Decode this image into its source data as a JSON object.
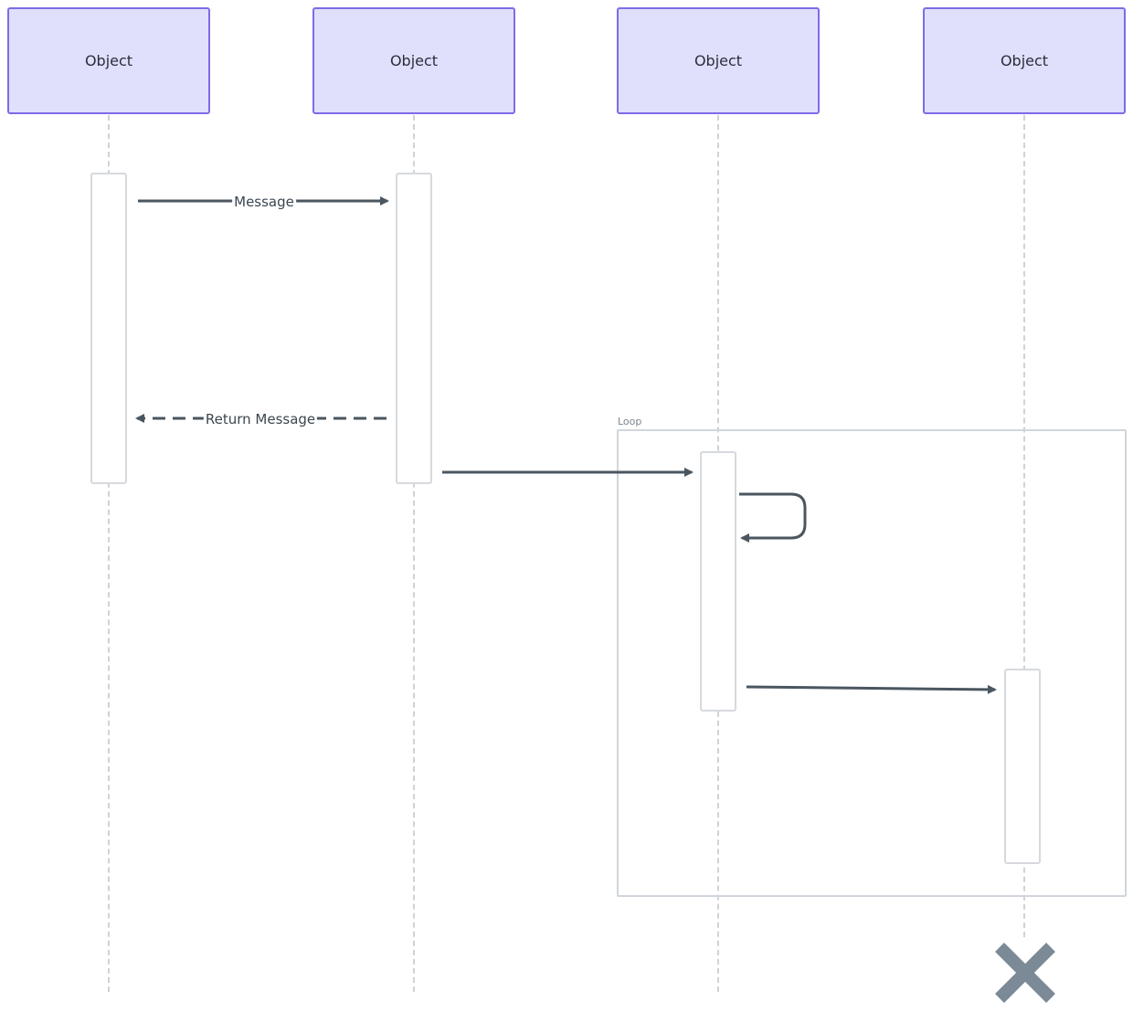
{
  "diagram": {
    "type": "sequence",
    "objects": [
      {
        "label": "Object"
      },
      {
        "label": "Object"
      },
      {
        "label": "Object"
      },
      {
        "label": "Object"
      }
    ],
    "messages": [
      {
        "from": 1,
        "to": 2,
        "label": "Message",
        "style": "solid"
      },
      {
        "from": 2,
        "to": 1,
        "label": "Return Message",
        "style": "dashed"
      },
      {
        "from": 2,
        "to": 3,
        "label": "",
        "style": "solid"
      },
      {
        "from": 3,
        "to": 3,
        "label": "",
        "style": "self"
      },
      {
        "from": 3,
        "to": 4,
        "label": "",
        "style": "solid"
      }
    ],
    "fragment": {
      "label": "Loop"
    },
    "destroy": {
      "object": 4,
      "icon": "destroy-x-icon"
    },
    "colors": {
      "object_fill": "#e0dffc",
      "object_border": "#7d6ce6",
      "arrow": "#4a5660",
      "destroy": "#7b8a96"
    }
  }
}
